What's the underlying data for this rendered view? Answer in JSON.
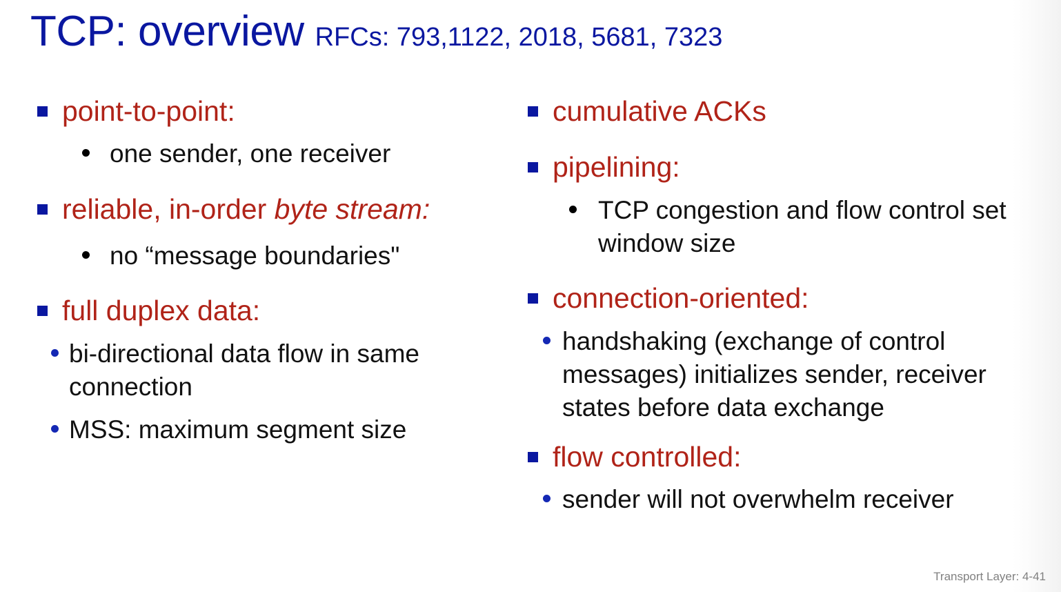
{
  "slide": {
    "title_main": "TCP: overview",
    "title_sub": "RFCs: 793,1122, 2018, 5681, 7323",
    "footer": "Transport Layer: 4-41"
  },
  "colors": {
    "title_blue": "#0A17A0",
    "heading_red": "#B02318",
    "square_bullet_blue": "#0A17A0",
    "round_bullet_blue": "#1428B4",
    "round_bullet_black": "#000000",
    "body_black": "#111111",
    "footer_gray": "#808080",
    "background": "#FFFFFF"
  },
  "left_column": {
    "items": [
      {
        "label": "point-to-point:",
        "subs": [
          {
            "text": "one sender, one receiver",
            "bullet": "black",
            "indent": "wide"
          }
        ]
      },
      {
        "label_plain": "reliable, in-order ",
        "label_italic": "byte stream:",
        "subs": [
          {
            "text": "no “message boundaries\"",
            "bullet": "black",
            "indent": "wide"
          }
        ]
      },
      {
        "label": "full duplex data:",
        "subs": [
          {
            "text": "bi-directional data flow in same connection",
            "bullet": "blue",
            "indent": "tight"
          },
          {
            "text": "MSS: maximum segment size",
            "bullet": "blue",
            "indent": "tight"
          }
        ]
      }
    ]
  },
  "right_column": {
    "items": [
      {
        "label": "cumulative ACKs",
        "subs": []
      },
      {
        "label": "pipelining:",
        "subs": [
          {
            "text": "TCP congestion and flow control set window size",
            "bullet": "black",
            "indent": "wide"
          }
        ]
      },
      {
        "label": "connection-oriented:",
        "subs": [
          {
            "text": "handshaking (exchange of control messages) initializes sender, receiver states before data exchange",
            "bullet": "blue",
            "indent": "tight"
          }
        ]
      },
      {
        "label": "flow controlled:",
        "subs": [
          {
            "text": "sender will not overwhelm receiver",
            "bullet": "blue",
            "indent": "tight"
          }
        ]
      }
    ]
  }
}
